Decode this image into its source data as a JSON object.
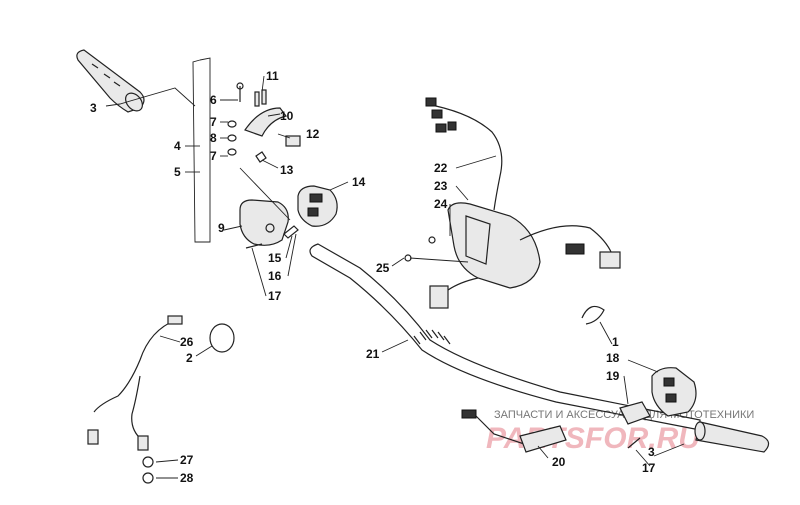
{
  "callouts": [
    {
      "id": "c3a",
      "text": "3"
    },
    {
      "id": "c4",
      "text": "4"
    },
    {
      "id": "c5",
      "text": "5"
    },
    {
      "id": "c6",
      "text": "6"
    },
    {
      "id": "c7a",
      "text": "7"
    },
    {
      "id": "c8",
      "text": "8"
    },
    {
      "id": "c7b",
      "text": "7"
    },
    {
      "id": "c9",
      "text": "9"
    },
    {
      "id": "c10",
      "text": "10"
    },
    {
      "id": "c11",
      "text": "11"
    },
    {
      "id": "c12",
      "text": "12"
    },
    {
      "id": "c13",
      "text": "13"
    },
    {
      "id": "c14",
      "text": "14"
    },
    {
      "id": "c15",
      "text": "15"
    },
    {
      "id": "c16",
      "text": "16"
    },
    {
      "id": "c17a",
      "text": "17"
    },
    {
      "id": "c22",
      "text": "22"
    },
    {
      "id": "c23",
      "text": "23"
    },
    {
      "id": "c24",
      "text": "24"
    },
    {
      "id": "c25",
      "text": "25"
    },
    {
      "id": "c26",
      "text": "26"
    },
    {
      "id": "c2",
      "text": "2"
    },
    {
      "id": "c21",
      "text": "21"
    },
    {
      "id": "c1",
      "text": "1"
    },
    {
      "id": "c18",
      "text": "18"
    },
    {
      "id": "c19",
      "text": "19"
    },
    {
      "id": "c3b",
      "text": "3"
    },
    {
      "id": "c17b",
      "text": "17"
    },
    {
      "id": "c20",
      "text": "20"
    },
    {
      "id": "c27",
      "text": "27"
    },
    {
      "id": "c28",
      "text": "28"
    }
  ],
  "watermark": {
    "caption": "ЗАПЧАСТИ И АКСЕССУАРЫ ДЛЯ МОТОТЕХНИКИ",
    "brand": "PARTSFOR.RU"
  },
  "colors": {
    "line": "#222222",
    "watermark_brand": "#f0b7bd",
    "watermark_caption": "#777777"
  }
}
